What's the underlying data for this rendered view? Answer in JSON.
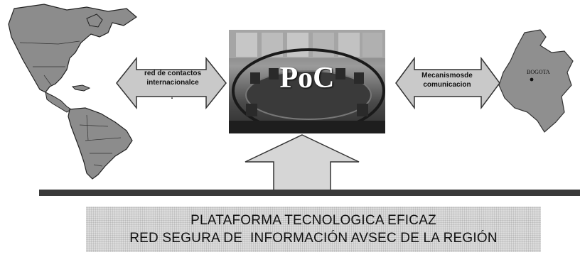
{
  "diagram": {
    "left_arrow": {
      "label": "red de contactos\ninternacionalce",
      "dot": "."
    },
    "center": {
      "title": "PoC"
    },
    "right_arrow": {
      "label": "Mecanismosde\ncomunicacion"
    },
    "colombia_map": {
      "city_label": "BOGOTA"
    },
    "platform": {
      "line1": "PLATAFORMA TECNOLOGICA EFICAZ",
      "line2": "RED SEGURA DE  INFORMACIÓN AVSEC DE LA REGIÓN"
    }
  }
}
